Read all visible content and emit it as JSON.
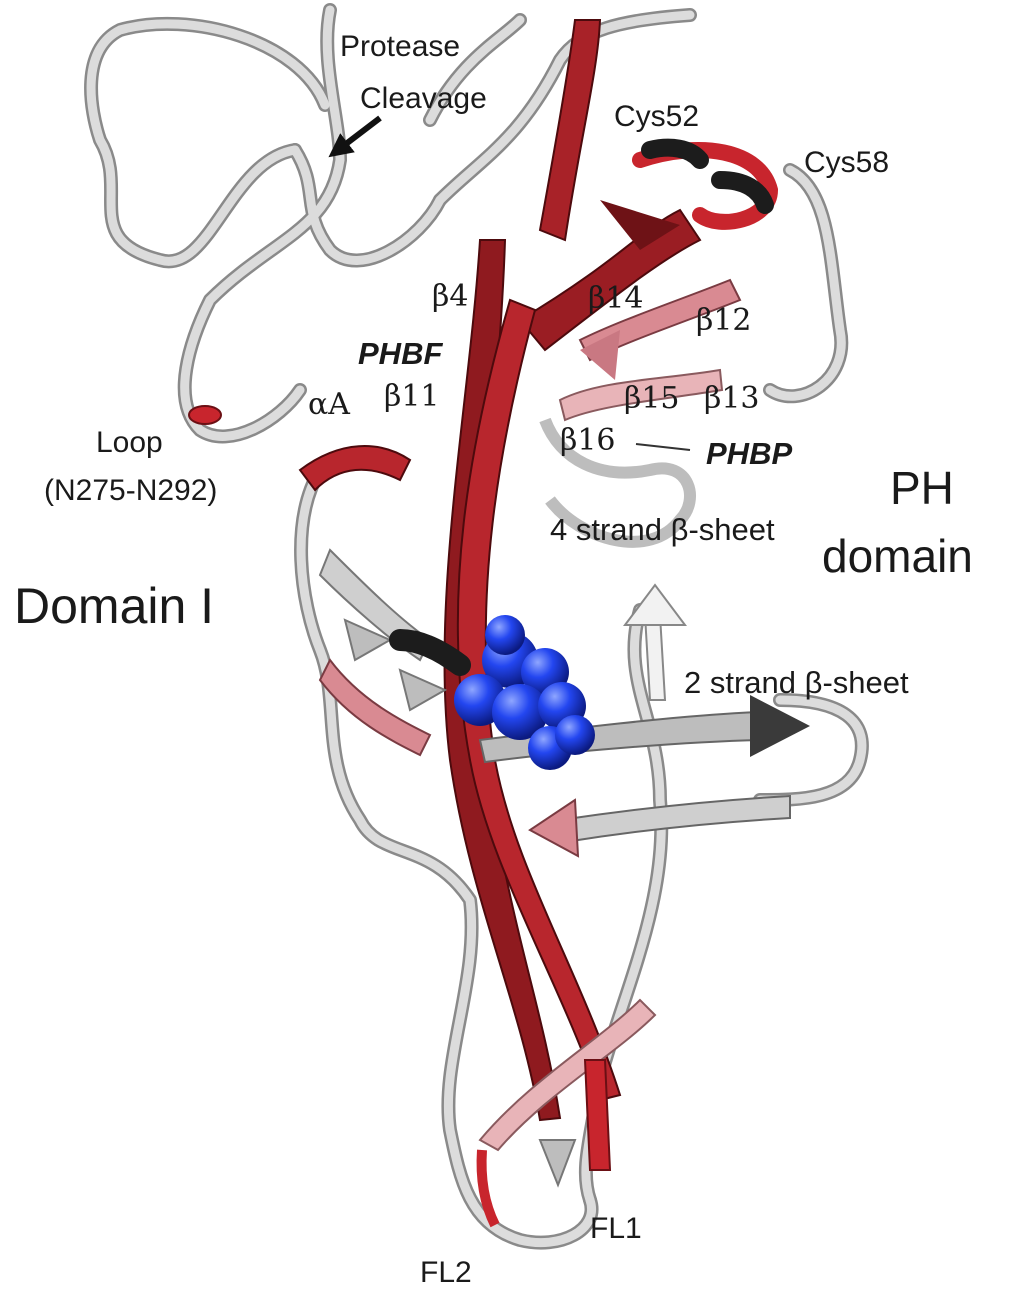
{
  "figure": {
    "colors": {
      "coil": "#bdbdbd",
      "dark_red": "#8f1a1f",
      "red": "#c8252d",
      "pink": "#d98a92",
      "light_pink": "#e8b4b8",
      "dark_gray": "#3a3a3a",
      "black_segment": "#1c1c1c",
      "ligand_blue": "#1f3fe0"
    },
    "labels": {
      "protease": "Protease",
      "cleavage": "Cleavage",
      "cys52": "Cys52",
      "cys58": "Cys58",
      "beta4": "β4",
      "beta14": "β14",
      "beta12": "β12",
      "phbf": "PHBF",
      "alpha_a": "αA",
      "beta11": "β11",
      "beta15": "β15",
      "beta13": "β13",
      "beta16": "β16",
      "phbp": "PHBP",
      "loop": "Loop",
      "loop_range": "(N275-N292)",
      "four_strand": "4 strand β-sheet",
      "ph": "PH",
      "domain": "domain",
      "domain_i": "Domain I",
      "two_strand": "2 strand β-sheet",
      "fl1": "FL1",
      "fl2": "FL2"
    }
  }
}
